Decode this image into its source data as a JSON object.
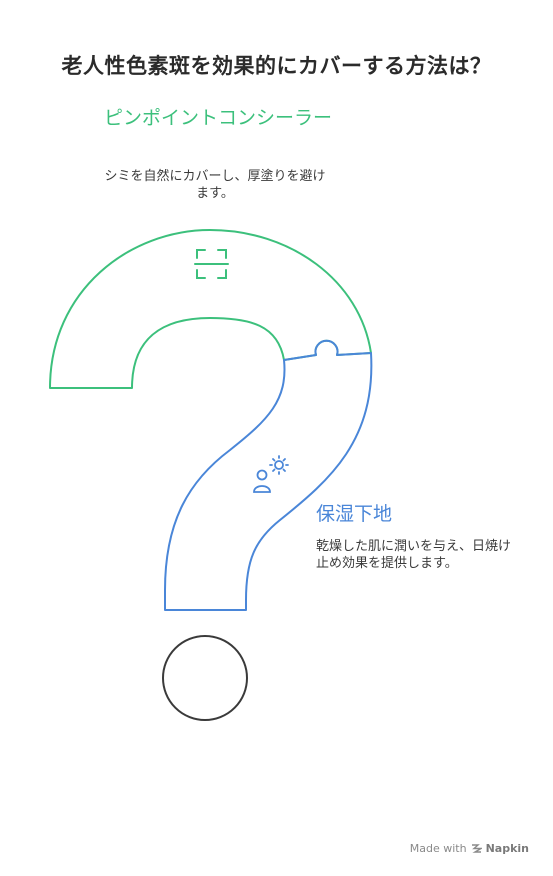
{
  "title": "老人性色素斑を効果的にカバーする方法は？",
  "sections": {
    "concealer": {
      "label": "ピンポイントコンシーラー",
      "description": "シミを自然にカバーし、厚塗りを避けます。",
      "icon": "scan-icon",
      "color": "#3cc07c"
    },
    "primer": {
      "label": "保湿下地",
      "description": "乾燥した肌に潤いを与え、日焼け止め効果を提供します。",
      "icon": "person-sun-icon",
      "color": "#4a86d8"
    }
  },
  "footer": {
    "made_with": "Made with",
    "brand": "Napkin"
  }
}
